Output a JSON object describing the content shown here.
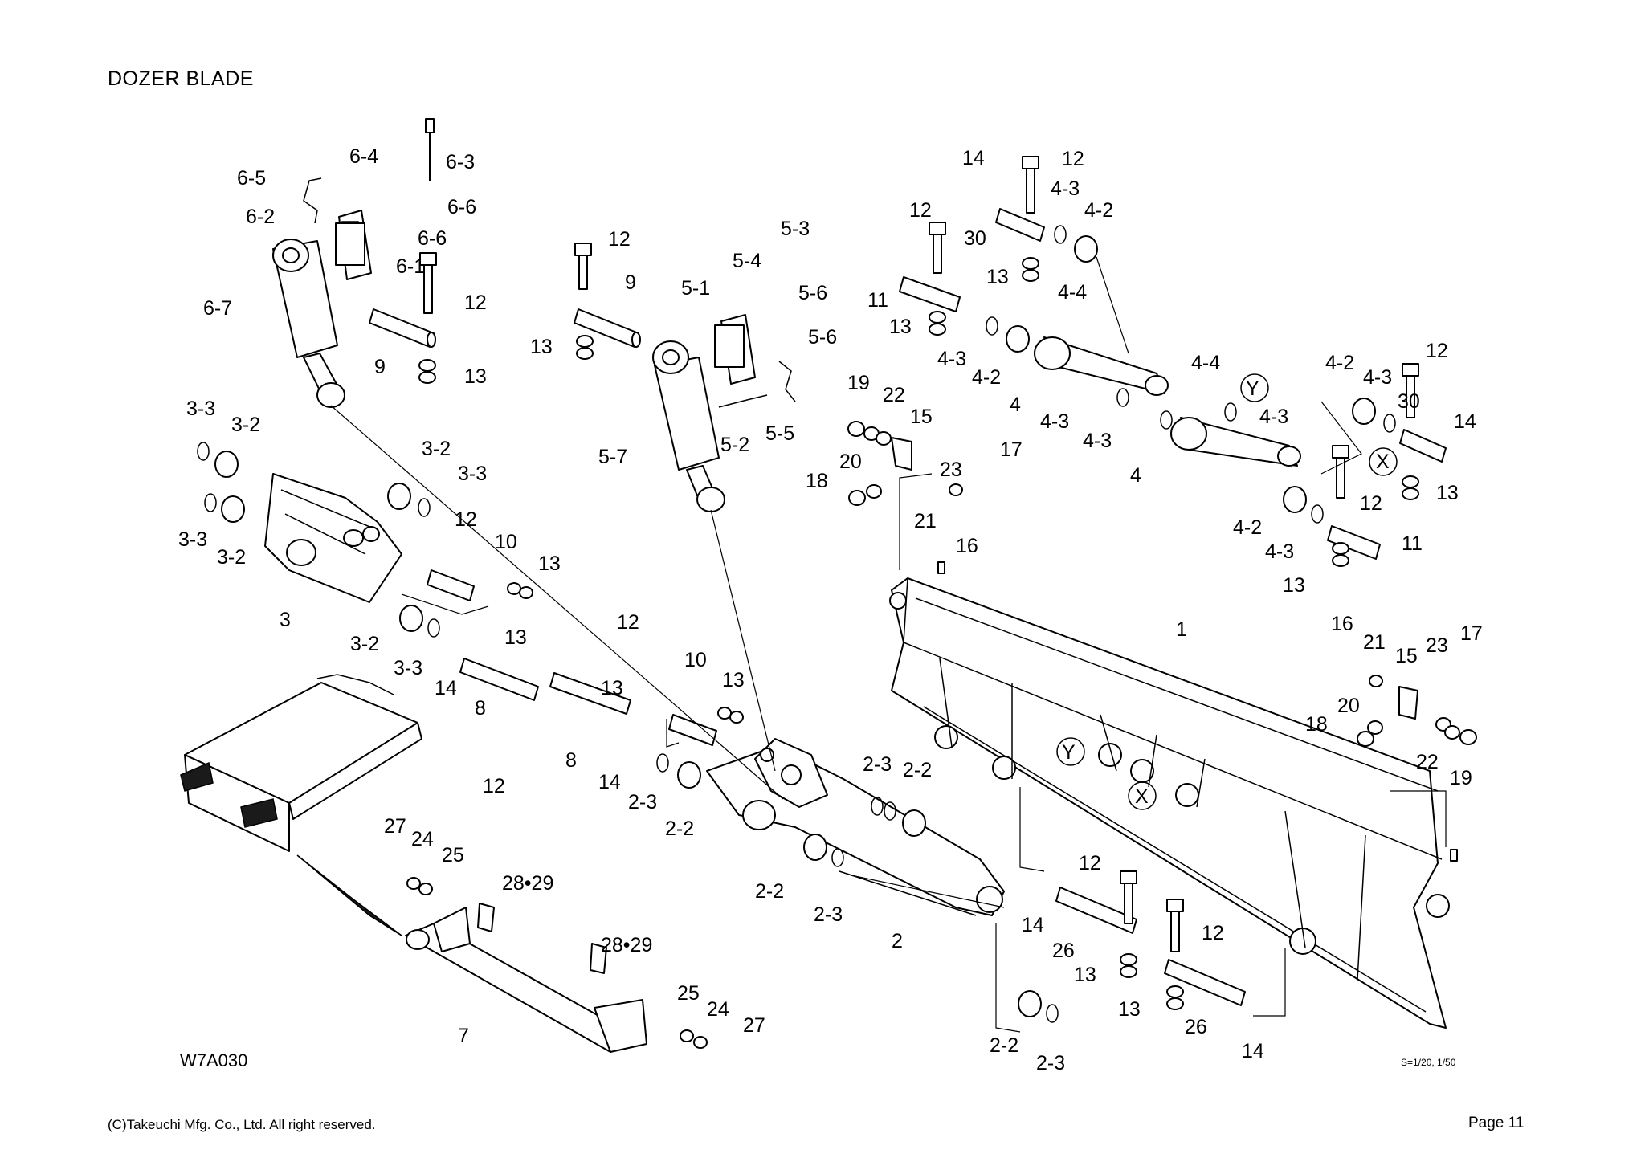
{
  "title": "DOZER BLADE",
  "drawing_code": "W7A030",
  "scale_note": "S=1/20, 1/50",
  "copyright": "(C)Takeuchi Mfg. Co., Ltd. All right reserved.",
  "page_label": "Page 11",
  "callouts": {
    "c1": "6-4",
    "c2": "6-3",
    "c3": "6-5",
    "c4": "6-6",
    "c5": "6-2",
    "c6": "6-6",
    "c7": "6-1",
    "c8": "12",
    "c9": "6-7",
    "c10": "9",
    "c11": "13",
    "c12": "3-3",
    "c13": "3-2",
    "c14": "3-2",
    "c15": "3-3",
    "c16": "3-3",
    "c17": "3-2",
    "c18": "12",
    "c19": "10",
    "c20": "13",
    "c21": "3",
    "c22": "3-2",
    "c23": "3-3",
    "c24": "14",
    "c25": "13",
    "c26": "13",
    "c27": "8",
    "c28": "8",
    "c29": "12",
    "c30": "12",
    "c31": "9",
    "c32": "13",
    "c33": "5-3",
    "c34": "5-4",
    "c35": "5-1",
    "c36": "5-6",
    "c37": "5-6",
    "c38": "5-7",
    "c39": "5-2",
    "c40": "5-5",
    "c41": "12",
    "c42": "10",
    "c43": "13",
    "c44": "14",
    "c45": "2-3",
    "c46": "2-2",
    "c47": "2-3",
    "c48": "2-2",
    "c49": "2-2",
    "c50": "2-3",
    "c51": "2",
    "c52": "27",
    "c53": "24",
    "c54": "25",
    "c55": "28•29",
    "c56": "28•29",
    "c57": "7",
    "c58": "25",
    "c59": "24",
    "c60": "27",
    "c61": "14",
    "c62": "12",
    "c63": "4-3",
    "c64": "4-2",
    "c65": "30",
    "c66": "13",
    "c67": "12",
    "c68": "11",
    "c69": "13",
    "c70": "4-4",
    "c71": "4-3",
    "c72": "4-2",
    "c73": "4",
    "c74": "4-4",
    "c75": "4-3",
    "c76": "4-3",
    "c77": "4-3",
    "c78": "4",
    "c79": "Y",
    "c80": "X",
    "c81": "19",
    "c82": "22",
    "c83": "15",
    "c84": "17",
    "c85": "20",
    "c86": "23",
    "c87": "18",
    "c88": "21",
    "c89": "16",
    "c90": "4-2",
    "c91": "4-3",
    "c92": "12",
    "c93": "30",
    "c94": "14",
    "c95": "13",
    "c96": "12",
    "c97": "4-2",
    "c98": "4-3",
    "c99": "11",
    "c100": "13",
    "c101": "1",
    "c102": "16",
    "c103": "21",
    "c104": "15",
    "c105": "23",
    "c106": "17",
    "c107": "20",
    "c108": "18",
    "c109": "22",
    "c110": "19",
    "c111": "Y",
    "c112": "X",
    "c113": "12",
    "c114": "14",
    "c115": "26",
    "c116": "13",
    "c117": "12",
    "c118": "13",
    "c119": "26",
    "c120": "14",
    "c121": "2-2",
    "c122": "2-3"
  }
}
